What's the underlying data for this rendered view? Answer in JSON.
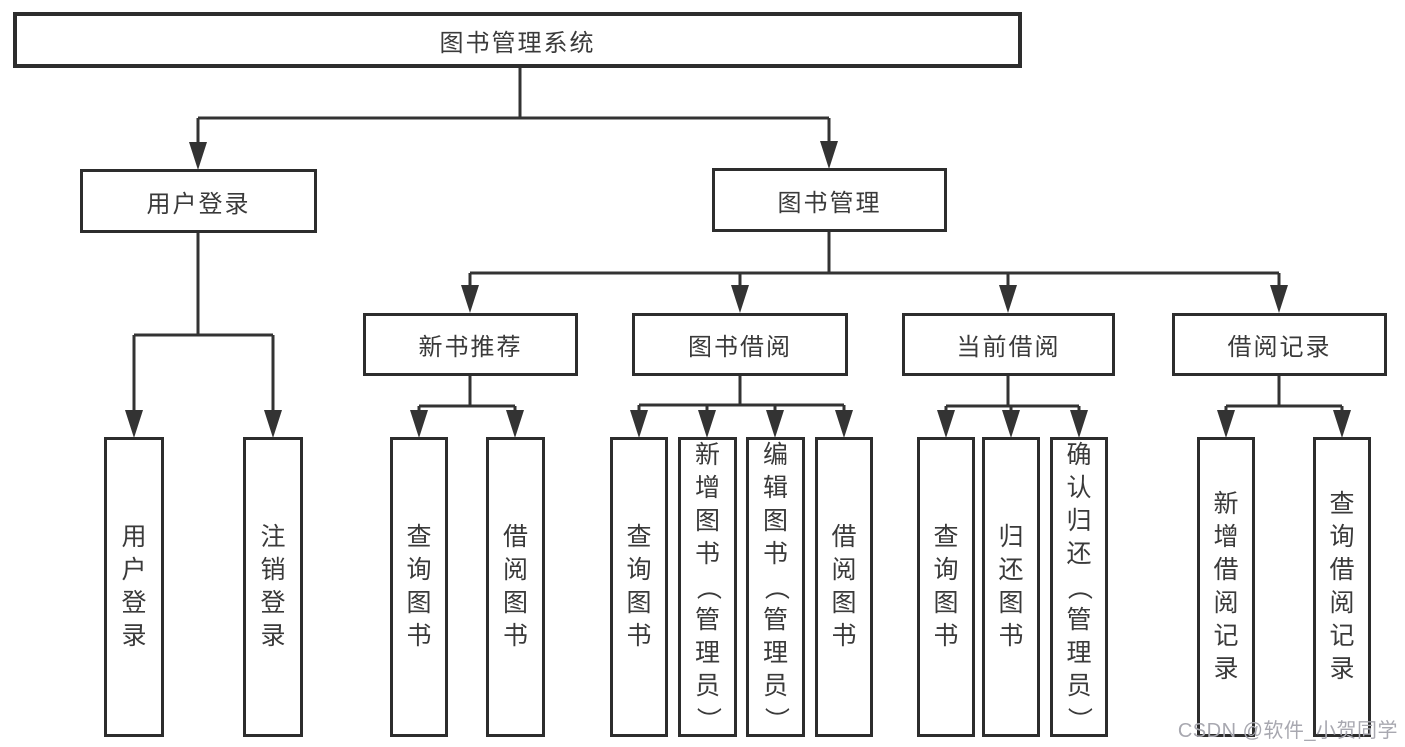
{
  "diagram": {
    "tree": {
      "label": "图书管理系统",
      "children": [
        {
          "label": "用户登录",
          "children": [
            {
              "label": "用户登录"
            },
            {
              "label": "注销登录"
            }
          ]
        },
        {
          "label": "图书管理",
          "children": [
            {
              "label": "新书推荐",
              "children": [
                {
                  "label": "查询图书"
                },
                {
                  "label": "借阅图书"
                }
              ]
            },
            {
              "label": "图书借阅",
              "children": [
                {
                  "label": "查询图书"
                },
                {
                  "label": "新增图书（管理员）"
                },
                {
                  "label": "编辑图书（管理员）"
                },
                {
                  "label": "借阅图书"
                }
              ]
            },
            {
              "label": "当前借阅",
              "children": [
                {
                  "label": "查询图书"
                },
                {
                  "label": "归还图书"
                },
                {
                  "label": "确认归还（管理员）"
                }
              ]
            },
            {
              "label": "借阅记录",
              "children": [
                {
                  "label": "新增借阅记录"
                },
                {
                  "label": "查询借阅记录"
                }
              ]
            }
          ]
        }
      ]
    },
    "watermark": "CSDN @软件_小贺同学",
    "colors": {
      "line": "#333333",
      "box_border": "#2d2d2d",
      "text": "#3a3a3a",
      "watermark": "#a8a8b0",
      "background": "#ffffff"
    }
  }
}
